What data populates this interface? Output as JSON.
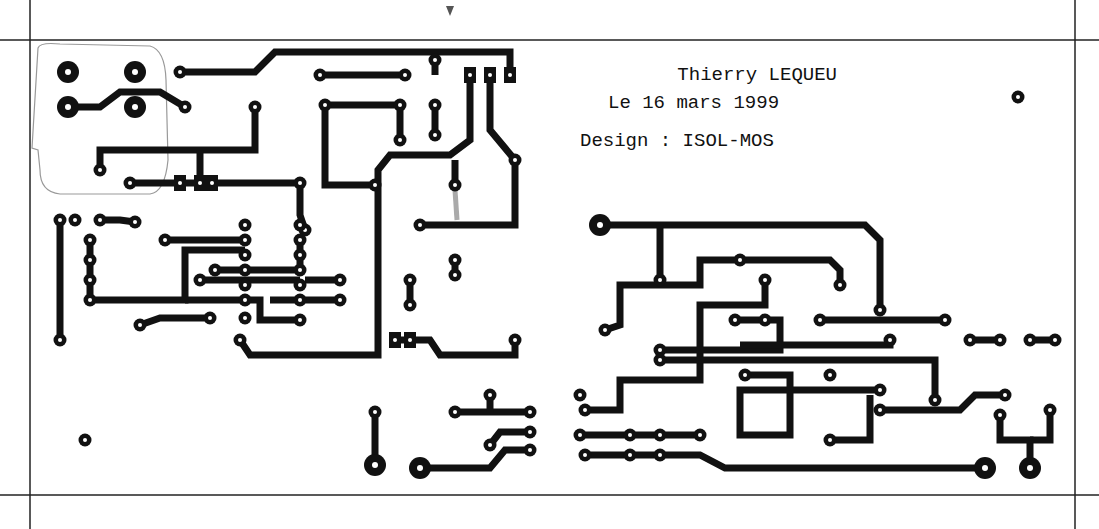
{
  "diagram": {
    "labels": [
      "Thierry LEQUEU",
      "Le 16 mars 1999",
      "Design : ISOL-MOS"
    ]
  }
}
